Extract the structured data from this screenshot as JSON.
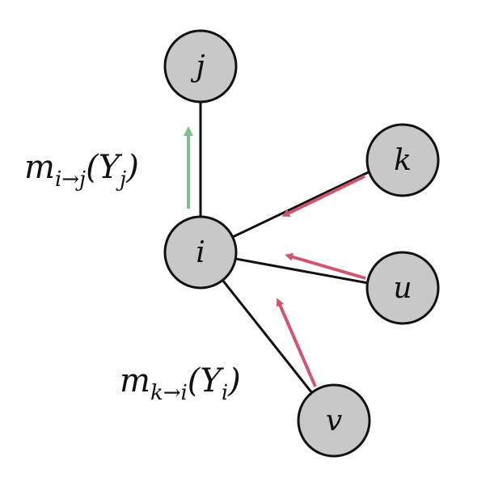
{
  "nodes": {
    "j": {
      "label": "j"
    },
    "i": {
      "label": "i"
    },
    "k": {
      "label": "k"
    },
    "u": {
      "label": "u"
    },
    "v": {
      "label": "v"
    }
  },
  "messages": {
    "outgoing": {
      "base": "m",
      "sub": "i→j",
      "arg_open": "(Y",
      "arg_sub": "j",
      "arg_close": ")"
    },
    "incoming": {
      "base": "m",
      "sub": "k→i",
      "arg_open": "(Y",
      "arg_sub": "i",
      "arg_close": ")"
    }
  },
  "colors": {
    "node_fill": "#c8c8c8",
    "node_stroke": "#111111",
    "edge": "#111111",
    "outgoing_arrow": "#7cc18a",
    "incoming_arrow": "#d0566e"
  }
}
